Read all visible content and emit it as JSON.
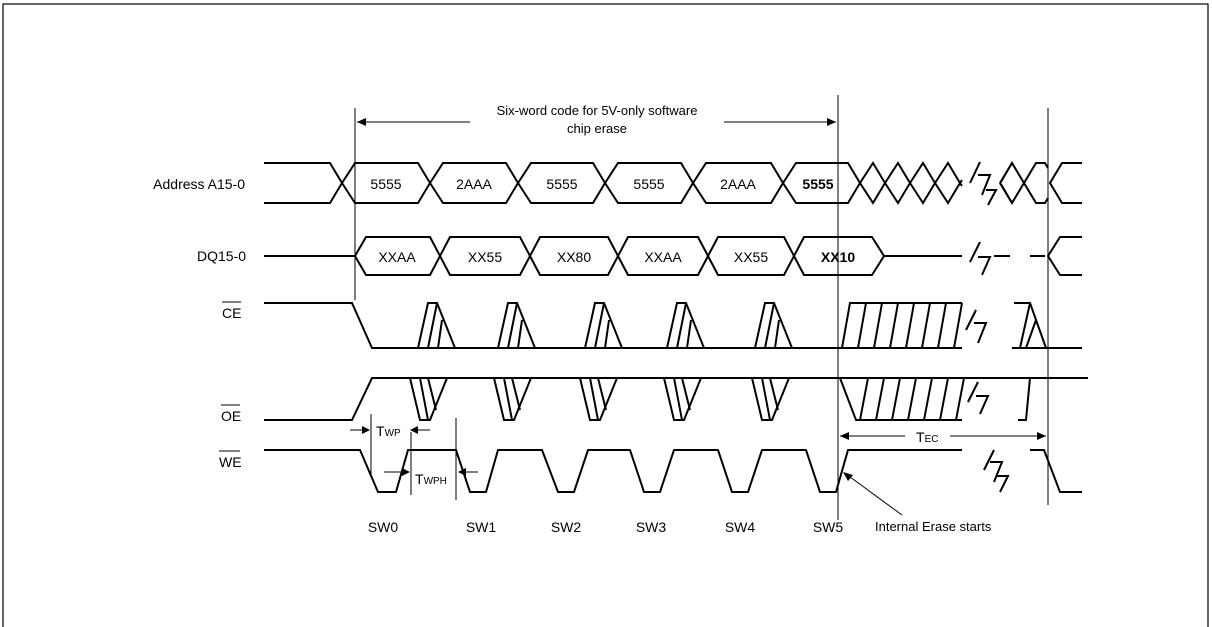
{
  "diagram": {
    "caption": "Six-word code for 5V-only software chip erase",
    "caption_lines": [
      "Six-word code for 5V-only software",
      "chip erase"
    ],
    "signals": {
      "address": "Address A15-0",
      "dq": "DQ15-0",
      "ce": "CE",
      "oe": "OE",
      "we": "WE"
    },
    "address_values": [
      "5555",
      "2AAA",
      "5555",
      "5555",
      "2AAA",
      "5555"
    ],
    "dq_values": [
      "XXAA",
      "XX55",
      "XX80",
      "XXAA",
      "XX55",
      "XX10"
    ],
    "steps": [
      "SW0",
      "SW1",
      "SW2",
      "SW3",
      "SW4",
      "SW5"
    ],
    "timing": {
      "twp": {
        "main": "T",
        "sub": "WP"
      },
      "twph": {
        "main": "T",
        "sub": "WPH"
      },
      "tec": {
        "main": "T",
        "sub": "EC"
      }
    },
    "annotation": "Internal Erase starts"
  }
}
